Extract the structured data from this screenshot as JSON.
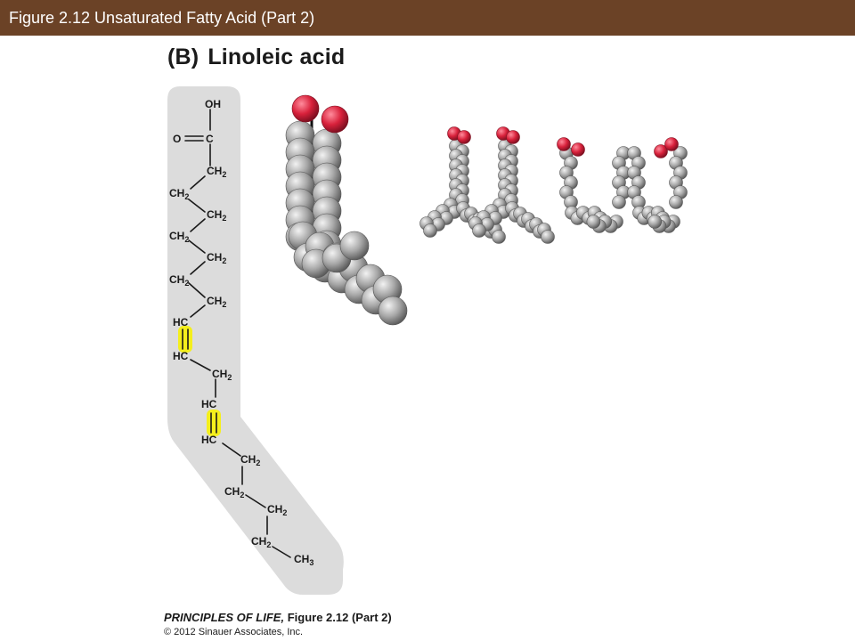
{
  "header": {
    "title": "Figure 2.12  Unsaturated Fatty Acid (Part 2)",
    "colors": {
      "bar": "#6b4226",
      "text": "#ffffff"
    }
  },
  "panel": {
    "letter": "(B)",
    "name": "Linoleic acid"
  },
  "structure": {
    "oh": "OH",
    "o": "O",
    "c": "C",
    "ch2": "CH",
    "ch3": "CH",
    "hc": "HC",
    "sub2": "2",
    "sub3": "3",
    "highlight_color": "#f4ef1c",
    "background_color": "#dcdcdc"
  },
  "models": {
    "oxygen_color": "#d8213b",
    "atom_color": "#a8a8a8"
  },
  "credit": {
    "book": "PRINCIPLES OF LIFE,",
    "figure": "Figure 2.12 (Part 2)",
    "copyright": "© 2012 Sinauer Associates, Inc."
  }
}
